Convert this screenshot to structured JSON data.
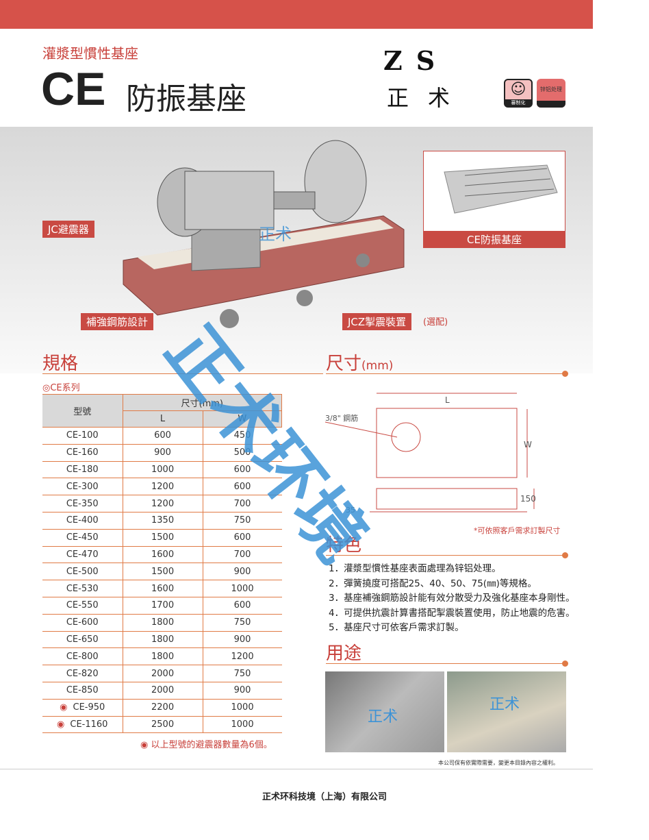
{
  "header": {
    "subtitle": "灌漿型慣性基座",
    "title_code": "CE",
    "title_text": "防振基座",
    "logo_letters": "ZS",
    "logo_chinese": "正术",
    "badge1": "審制化",
    "badge2": "锌铝处理"
  },
  "hero": {
    "callouts": {
      "jc": "JC避震器",
      "rebar": "補強鋼筋設計",
      "jcz": "JCZ掣震裝置",
      "jcz_note": "(選配)",
      "ce": "CE防振基座"
    },
    "watermark": "正术"
  },
  "spec": {
    "heading": "規格",
    "series": "◎CE系列",
    "col_model": "型號",
    "col_dim": "尺寸(mm)",
    "col_l": "L",
    "col_w": "W",
    "rows": [
      [
        "CE-100",
        "600",
        "450",
        false
      ],
      [
        "CE-160",
        "900",
        "500",
        false
      ],
      [
        "CE-180",
        "1000",
        "600",
        false
      ],
      [
        "CE-300",
        "1200",
        "600",
        false
      ],
      [
        "CE-350",
        "1200",
        "700",
        false
      ],
      [
        "CE-400",
        "1350",
        "750",
        false
      ],
      [
        "CE-450",
        "1500",
        "600",
        false
      ],
      [
        "CE-470",
        "1600",
        "700",
        false
      ],
      [
        "CE-500",
        "1500",
        "900",
        false
      ],
      [
        "CE-530",
        "1600",
        "1000",
        false
      ],
      [
        "CE-550",
        "1700",
        "600",
        false
      ],
      [
        "CE-600",
        "1800",
        "750",
        false
      ],
      [
        "CE-650",
        "1800",
        "900",
        false
      ],
      [
        "CE-800",
        "1800",
        "1200",
        false
      ],
      [
        "CE-820",
        "2000",
        "750",
        false
      ],
      [
        "CE-850",
        "2000",
        "900",
        false
      ],
      [
        "CE-950",
        "2200",
        "1000",
        true
      ],
      [
        "CE-1160",
        "2500",
        "1000",
        true
      ]
    ],
    "mark": "◉",
    "note": "◉ 以上型號的避震器數量為6個。"
  },
  "dims": {
    "heading": "尺寸",
    "unit": "(mm)",
    "L": "L",
    "W": "W",
    "rebar": "3/8\" 鋼筋",
    "h150": "150",
    "h35": "35",
    "note": "*可依照客戶需求訂製尺寸"
  },
  "features": {
    "heading": "特色",
    "items": [
      "1．灌漿型慣性基座表面處理為锌铝处理。",
      "2．彈簧撓度可搭配25、40、50、75(㎜)等規格。",
      "3．基座補強鋼筋設計能有效分散受力及強化基座本身剛性。",
      "4．可提供抗震計算書搭配掣震裝置使用，防止地震的危害。",
      "5．基座尺寸可依客戶需求訂製。"
    ]
  },
  "usage": {
    "heading": "用途",
    "watermark": "正术"
  },
  "footer": {
    "copyright": "本公司保有依實際需要，變更本目錄內容之權利。",
    "company": "正术环科技境（上海）有限公司",
    "big_watermark": "正术环境"
  },
  "colors": {
    "accent": "#c8403a",
    "line": "#e07a45",
    "watermark": "#3d93d6"
  }
}
